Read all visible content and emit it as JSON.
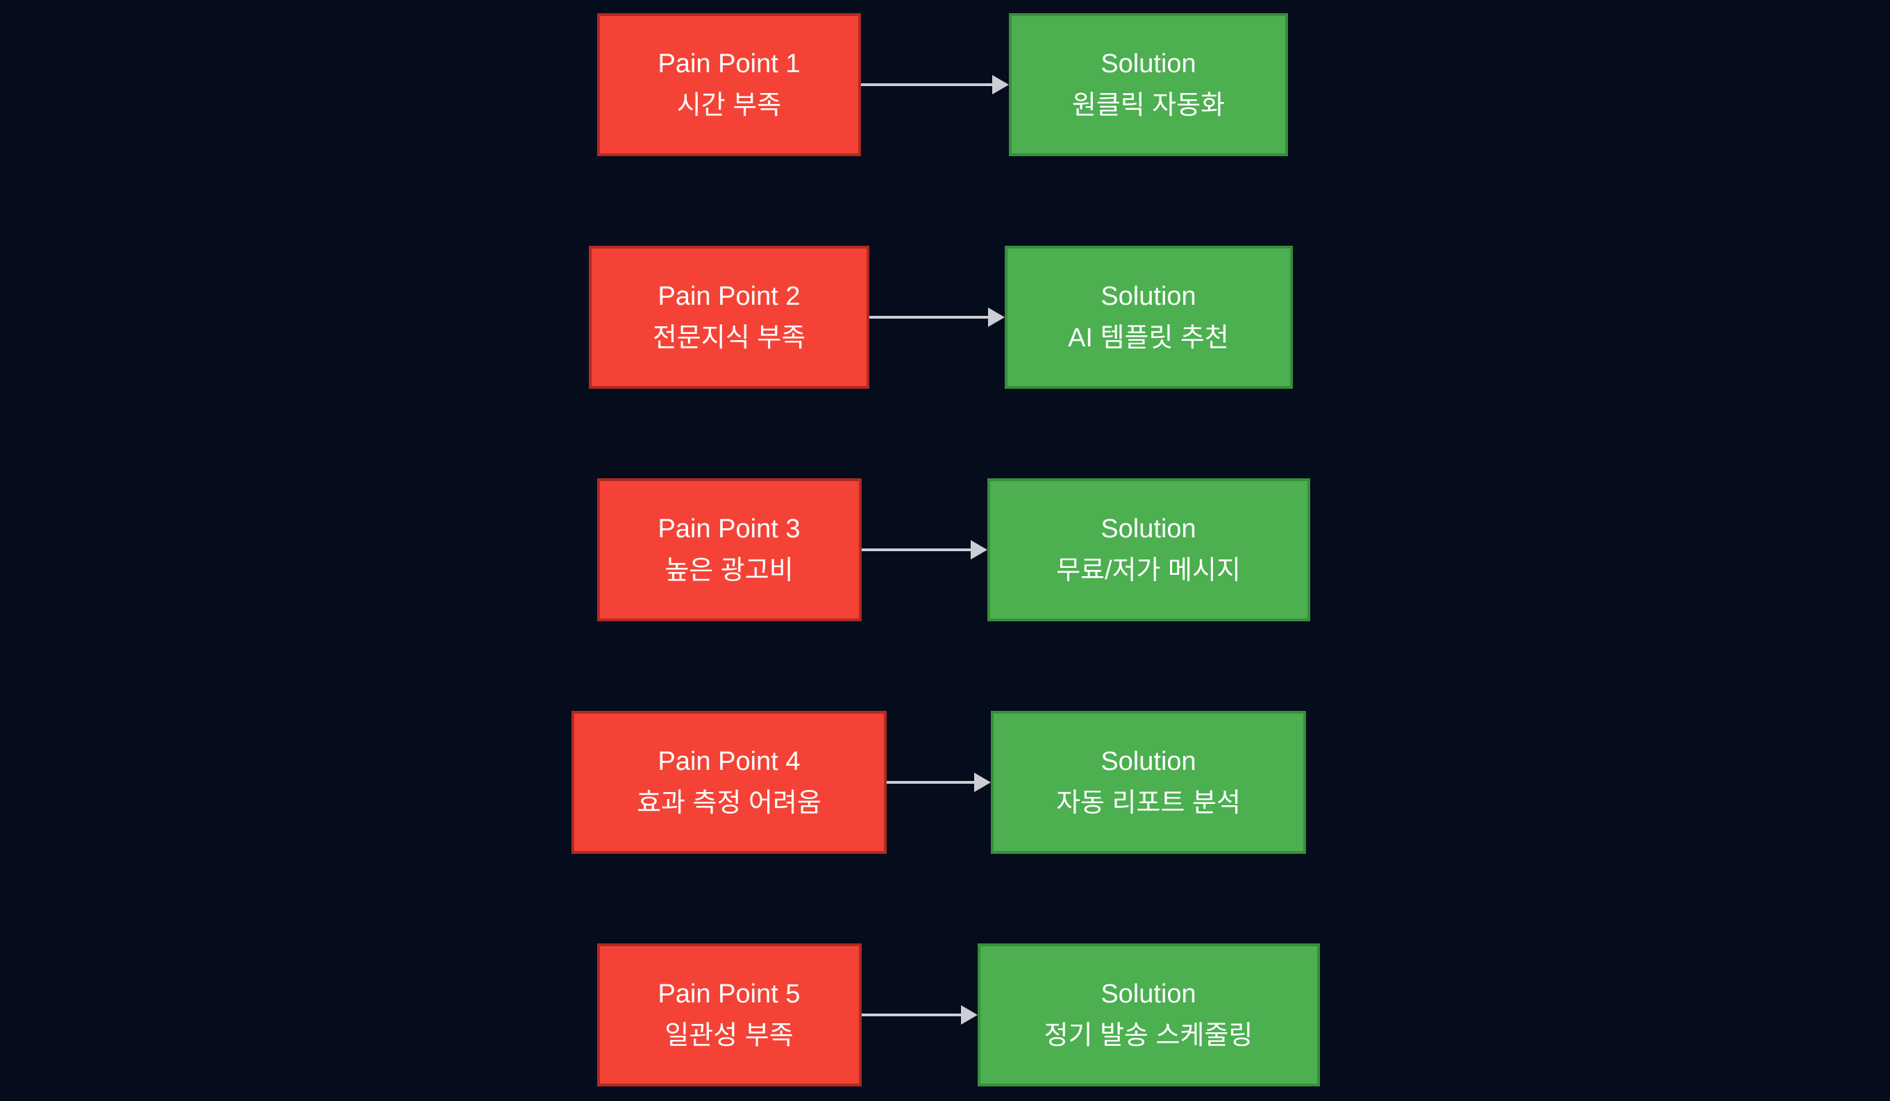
{
  "diagram": {
    "rows": [
      {
        "pain_title": "Pain Point 1",
        "pain_desc": "시간 부족",
        "solution_title": "Solution",
        "solution_desc": "원클릭 자동화"
      },
      {
        "pain_title": "Pain Point 2",
        "pain_desc": "전문지식 부족",
        "solution_title": "Solution",
        "solution_desc": "AI 템플릿 추천"
      },
      {
        "pain_title": "Pain Point 3",
        "pain_desc": "높은 광고비",
        "solution_title": "Solution",
        "solution_desc": "무료/저가 메시지"
      },
      {
        "pain_title": "Pain Point 4",
        "pain_desc": "효과 측정 어려움",
        "solution_title": "Solution",
        "solution_desc": "자동 리포트 분석"
      },
      {
        "pain_title": "Pain Point 5",
        "pain_desc": "일관성 부족",
        "solution_title": "Solution",
        "solution_desc": "정기 발송 스케줄링"
      }
    ],
    "colors": {
      "background": "#050C1C",
      "pain_fill": "#F44336",
      "pain_border": "#B02A23",
      "solution_fill": "#4CAF50",
      "solution_border": "#388E3C",
      "arrow": "#CCCED3",
      "text": "#FFFFFF"
    }
  }
}
